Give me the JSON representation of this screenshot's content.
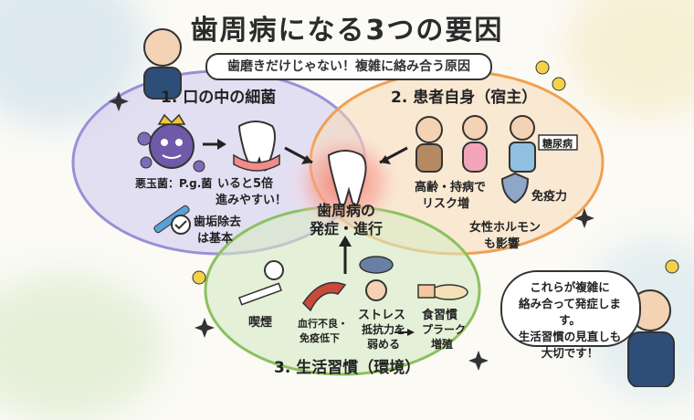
{
  "title": "歯周病になる3つの要因",
  "subtitle": "歯磨きだけじゃない！複雑に絡み合う原因",
  "circles": {
    "bacteria": {
      "title": "1. 口の中の細菌",
      "bad_bacteria": "悪玉菌：P.g.菌",
      "multiplier_line1": "いると5倍",
      "multiplier_line2": "進みやすい！",
      "plaque_line1": "歯垢除去",
      "plaque_line2": "は基本"
    },
    "host": {
      "title": "2. 患者自身（宿主）",
      "diabetes_tag": "糖尿病",
      "age_line1": "高齢・持病で",
      "age_line2": "リスク増",
      "immunity": "免疫力",
      "hormone_line1": "女性ホルモン",
      "hormone_line2": "も影響"
    },
    "lifestyle": {
      "title": "3. 生活習慣（環境）",
      "smoking": "喫煙",
      "blood_line1": "血行不良・",
      "blood_line2": "免疫低下",
      "stress_line1": "ストレス",
      "stress_line2": "抵抗力を",
      "stress_line3": "弱める",
      "diet_line1": "食習慣",
      "diet_line2": "プラーク",
      "diet_line3": "増殖"
    }
  },
  "center": {
    "line1": "歯周病の",
    "line2": "発症・進行"
  },
  "speech": {
    "line1": "これらが複雑に",
    "line2": "絡み合って発症します。",
    "line3": "生活習慣の見直しも",
    "line4": "大切です！"
  },
  "colors": {
    "bacteria_circle": "#9b8fd6",
    "host_circle": "#f0a050",
    "lifestyle_circle": "#8cc060",
    "center_glow": "#f26b5b"
  }
}
